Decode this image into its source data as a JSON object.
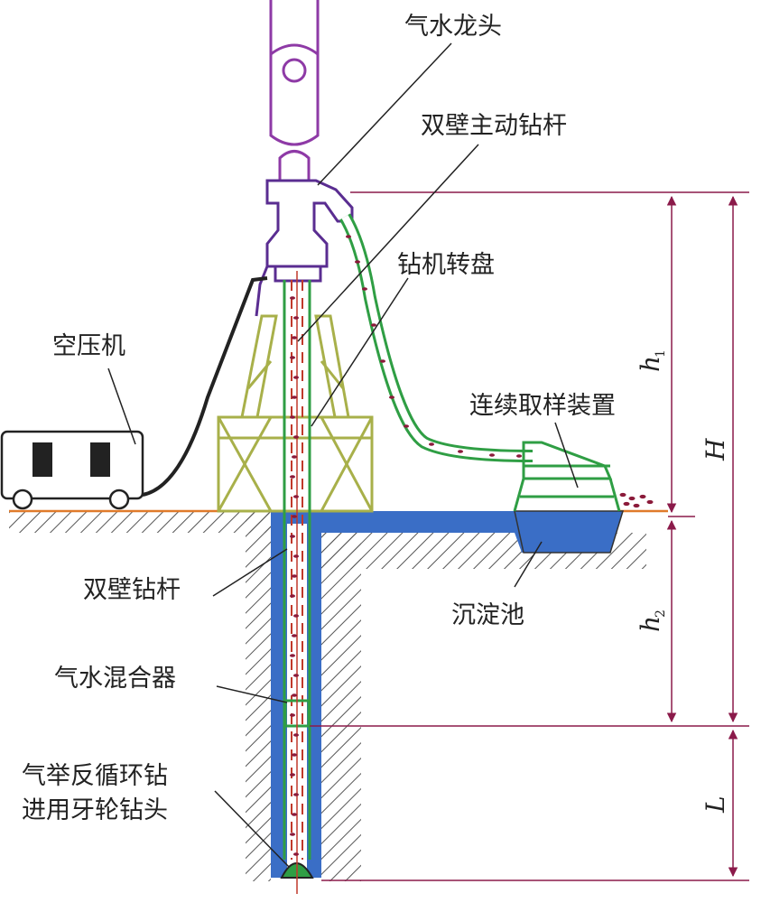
{
  "labels": {
    "swivel": "气水龙头",
    "kelly": "双壁主动钻杆",
    "rotary_table": "钻机转盘",
    "compressor": "空压机",
    "sampler": "连续取样装置",
    "drill_pipe": "双壁钻杆",
    "settling_tank": "沉淀池",
    "mixer": "气水混合器",
    "bit_line1": "气举反循环钻",
    "bit_line2": "进用牙轮钻头"
  },
  "dimensions": {
    "h1_main": "h",
    "h1_sub": "1",
    "h2_main": "h",
    "h2_sub": "2",
    "H": "H",
    "L": "L"
  },
  "colors": {
    "water": "#3a6ec6",
    "hatch": "#555555",
    "ground_line": "#e07a2a",
    "hose": "#2f9e44",
    "swivel": "#5a2d91",
    "hook": "#8e3aa6",
    "derrick": "#a8b04a",
    "cuttings": "#8b1a3a",
    "dim_line": "#8b1a4a",
    "leader": "#222222"
  }
}
